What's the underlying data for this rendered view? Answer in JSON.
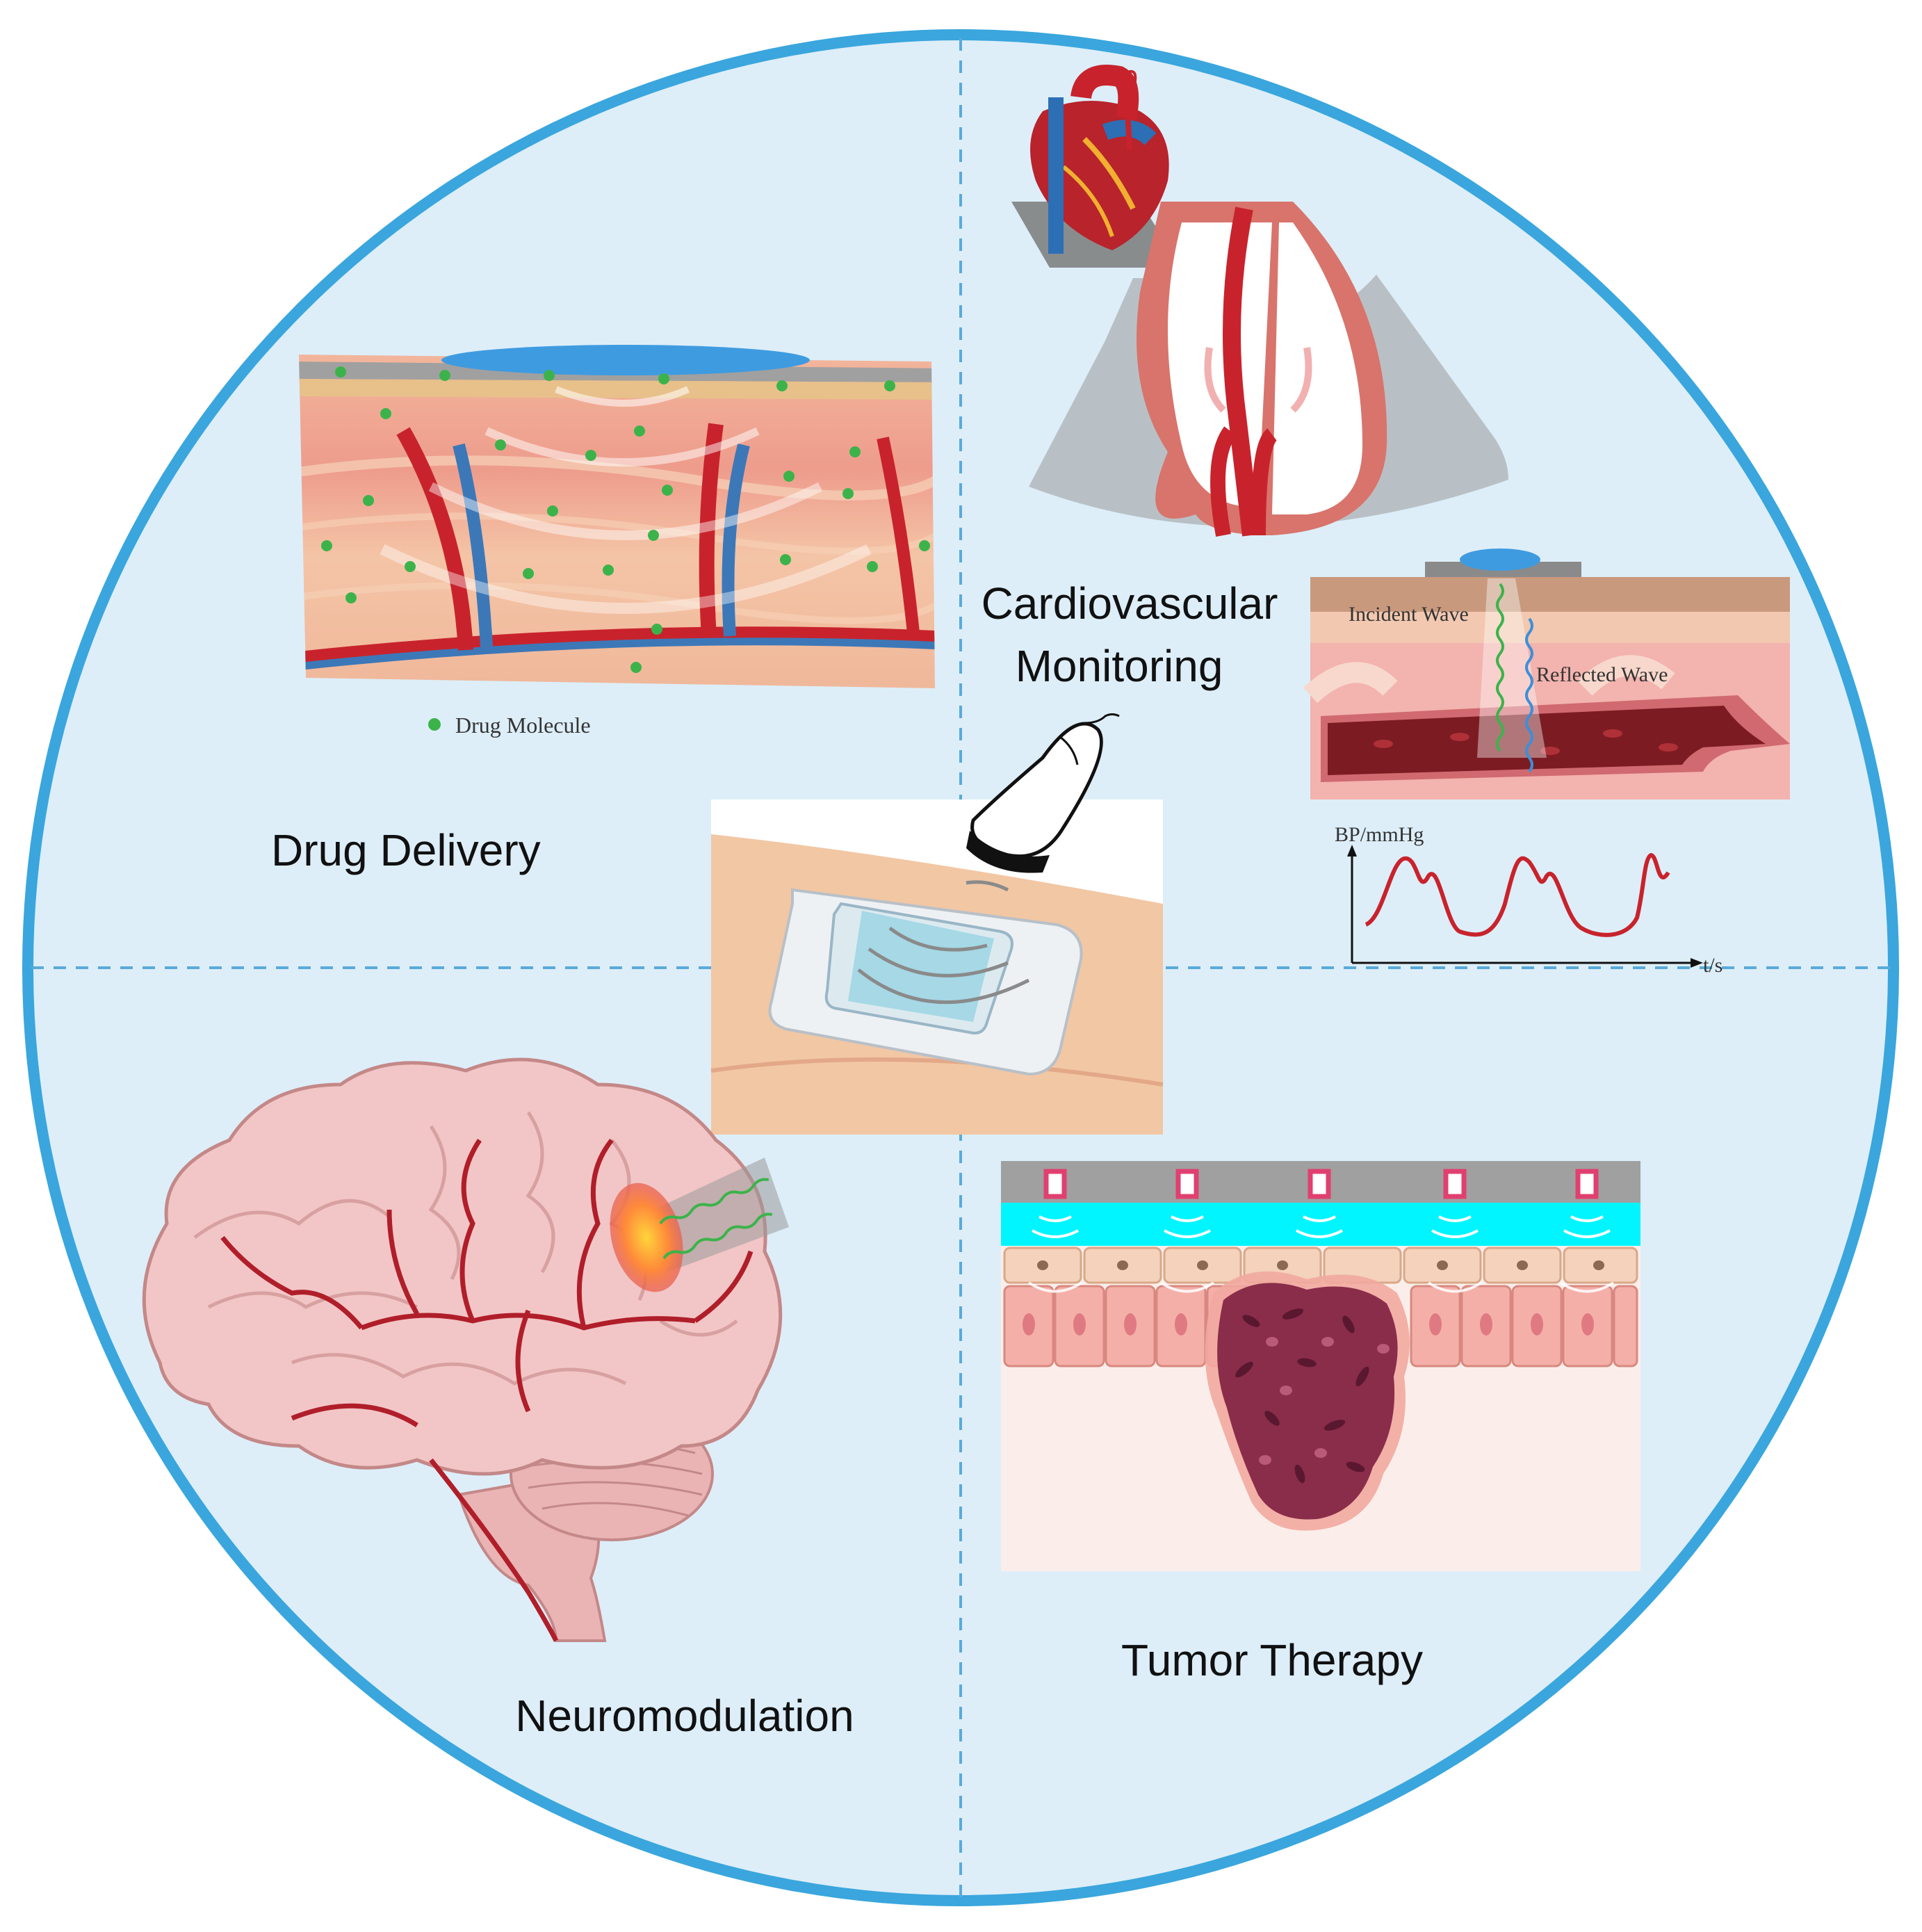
{
  "labels": {
    "drug_delivery": "Drug Delivery",
    "cardio_line1": "Cardiovascular",
    "cardio_line2": "Monitoring",
    "neuromodulation": "Neuromodulation",
    "tumor_therapy": "Tumor Therapy",
    "drug_molecule": "Drug Molecule",
    "incident_wave": "Incident Wave",
    "reflected_wave": "Reflected Wave",
    "bp_axis": "BP/mmHg",
    "time_axis": "t/s"
  },
  "colors": {
    "circle_fill": "#ddeef9",
    "circle_stroke": "#3aa6dd",
    "divider": "#5aaad8",
    "drug_dot": "#3cb34a",
    "vessel_red": "#c8232c",
    "vessel_blue": "#3c78b8",
    "bp_curve": "#c8232c",
    "tumor": "#8a2d4a",
    "gel_layer": "#00f5ff"
  }
}
